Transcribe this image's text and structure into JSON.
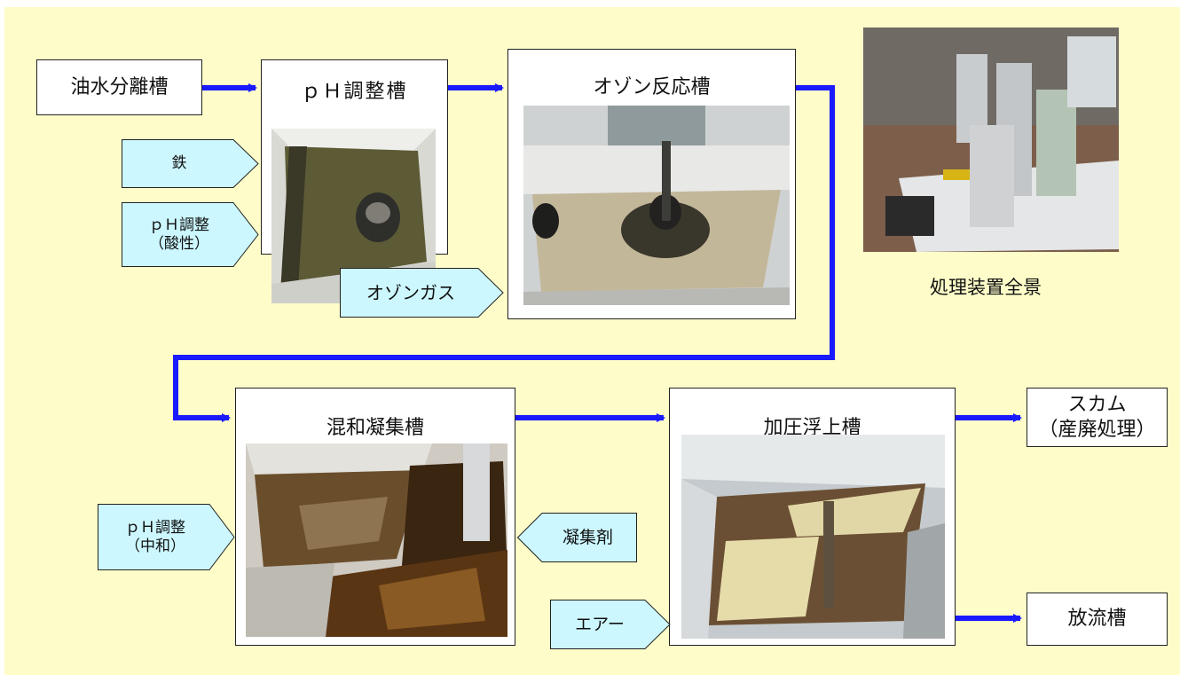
{
  "nodes": {
    "oil_water_separator": "油水分離槽",
    "ph_adjust_tank": "ｐＨ調整槽",
    "ozone_reactor": "オゾン反応槽",
    "mixing_coagulation": "混和凝集槽",
    "pressure_flotation": "加圧浮上槽",
    "scum": "スカム\n（産廃処理）",
    "discharge_tank": "放流槽"
  },
  "inputs": {
    "iron": "鉄",
    "ph_acidic": "ｐＨ調整\n（酸性）",
    "ozone_gas": "オゾンガス",
    "ph_neutral": "ｐＨ調整\n（中和）",
    "coagulant": "凝集剤",
    "air": "エアー"
  },
  "overview_caption": "処理装置全景",
  "colors": {
    "background": "#fefdc9",
    "arrow": "#1a1aff",
    "input_fill": "#ccf7ff",
    "box_border": "#222222"
  }
}
